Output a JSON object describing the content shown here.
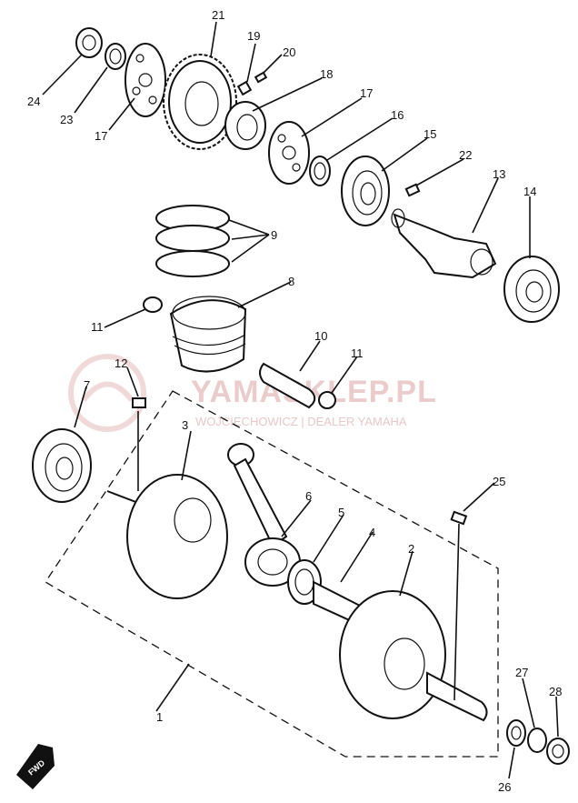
{
  "diagram": {
    "callouts": [
      "1",
      "2",
      "3",
      "4",
      "5",
      "6",
      "7",
      "8",
      "9",
      "10",
      "11",
      "11",
      "12",
      "13",
      "14",
      "15",
      "16",
      "17",
      "17",
      "18",
      "19",
      "20",
      "21",
      "22",
      "23",
      "24",
      "25",
      "26",
      "27",
      "28"
    ],
    "watermark": {
      "brand": "YAMASKLEP.PL",
      "tagline": "WOJCIECHOWICZ | DEALER YAMAHA"
    },
    "direction_badge": "FWD"
  }
}
